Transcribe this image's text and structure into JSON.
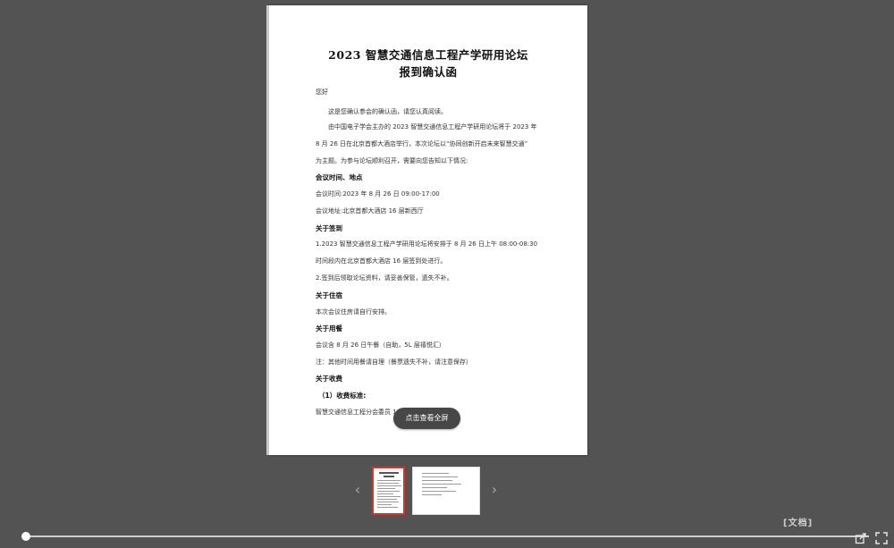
{
  "document": {
    "title_line1": "2023 智慧交通信息工程产学研用论坛",
    "title_line2": "报到确认函",
    "lines": [
      {
        "text": "您好",
        "heading": false,
        "indent": 0
      },
      {
        "text": "这是您确认参会的确认函，请您认真阅读。",
        "heading": false,
        "indent": 14
      },
      {
        "text": "由中国电子学会主办的 2023 智慧交通信息工程产学研用论坛将于 2023 年",
        "heading": false,
        "indent": 14
      },
      {
        "text": "8 月 26 日在北京首都大酒店举行，本次论坛以“协同创新开启未来智慧交通”",
        "heading": false,
        "indent": 0
      },
      {
        "text": "为主题。为参与论坛顺利召开，需要向您告知以下情况:",
        "heading": false,
        "indent": 0
      },
      {
        "text": "会议时间、地点",
        "heading": true,
        "indent": 0
      },
      {
        "text": "会议时间:2023 年 8 月 26 日 09:00-17:00",
        "heading": false,
        "indent": 0
      },
      {
        "text": "会议地址:北京首都大酒店 16 层新西厅",
        "heading": false,
        "indent": 0
      },
      {
        "text": "关于签到",
        "heading": true,
        "indent": 0
      },
      {
        "text": "1.2023 智慧交通信息工程产学研用论坛将安排于 8 月 26 日上午 08:00-08:30",
        "heading": false,
        "indent": 0
      },
      {
        "text": "时间段内在北京首都大酒店 16 层签到处进行。",
        "heading": false,
        "indent": 0
      },
      {
        "text": "2.签到后领取论坛资料，请妥善保管，遗失不补。",
        "heading": false,
        "indent": 0
      },
      {
        "text": "关于住宿",
        "heading": true,
        "indent": 0
      },
      {
        "text": "本次会议住房请自行安排。",
        "heading": false,
        "indent": 0
      },
      {
        "text": "关于用餐",
        "heading": true,
        "indent": 0
      },
      {
        "text": "会议含 8 月 26 日午餐（自助，5L 层禧悦汇）",
        "heading": false,
        "indent": 0
      },
      {
        "text": "注：其他时间用餐请自理（餐票遗失不补，请注意保存）",
        "heading": false,
        "indent": 0
      },
      {
        "text": "关于收费",
        "heading": true,
        "indent": 0
      },
      {
        "text": "（1）收费标准:",
        "heading": true,
        "indent": 3
      },
      {
        "text": "智慧交通信息工程分会委员 1000 元",
        "heading": false,
        "indent": 0
      }
    ]
  },
  "cta_label": "点击查看全屏",
  "nav": {
    "prev": "‹",
    "next": "›"
  },
  "watermark": "[文档]",
  "icons": {
    "prev": "chevron-left-icon",
    "next": "chevron-right-icon",
    "share": "share-icon",
    "fullscreen": "fullscreen-icon"
  }
}
